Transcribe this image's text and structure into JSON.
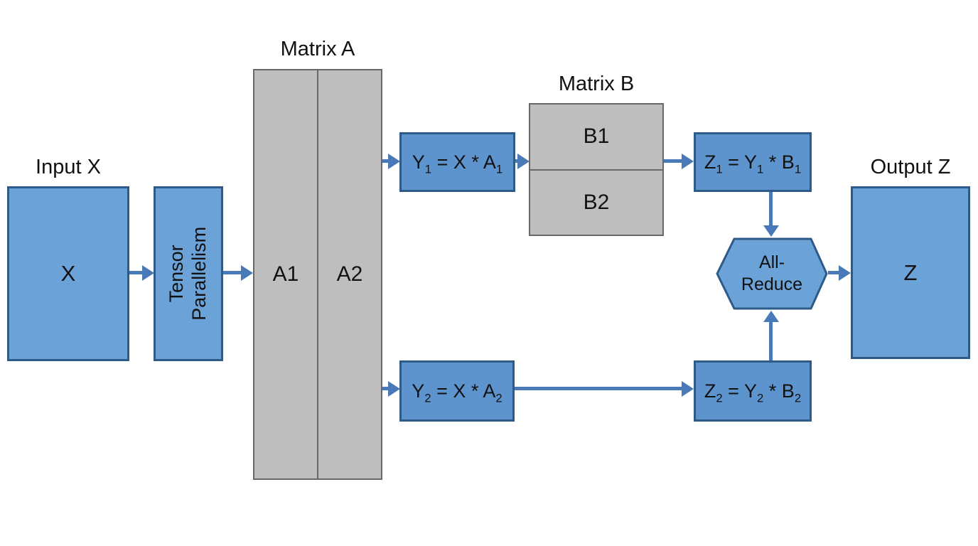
{
  "diagram": {
    "type": "tensor-parallelism-flow",
    "colors": {
      "background": "#ffffff",
      "node_blue": "#6ba3d9",
      "formula_blue": "#5d94cd",
      "node_border_blue": "#2e5a88",
      "matrix_gray": "#bebebe",
      "matrix_border_gray": "#686868",
      "arrow_blue": "#4a79b7",
      "text": "#111111"
    },
    "nodes": {
      "input": {
        "label": "Input X",
        "content": "X"
      },
      "tensor_parallelism": {
        "line1": "Tensor",
        "line2": "Parallelism"
      },
      "matrix_a": {
        "title": "Matrix A",
        "part1": "A1",
        "part2": "A2"
      },
      "matrix_b": {
        "title": "Matrix B",
        "part1": "B1",
        "part2": "B2"
      },
      "formula_y1": {
        "p1": "Y",
        "s1": "1",
        "p2": " = X * A",
        "s2": "1"
      },
      "formula_y2": {
        "p1": "Y",
        "s1": "2",
        "p2": " = X * A",
        "s2": "2"
      },
      "formula_z1": {
        "p1": "Z",
        "s1": "1",
        "p2": " = Y",
        "s2": "1",
        "p3": " * B",
        "s3": "1"
      },
      "formula_z2": {
        "p1": "Z",
        "s1": "2",
        "p2": " = Y",
        "s2": "2",
        "p3": " * B",
        "s3": "2"
      },
      "all_reduce": {
        "line1": "All-",
        "line2": "Reduce"
      },
      "output": {
        "label": "Output Z",
        "content": "Z"
      }
    },
    "edges": [
      "input -> tensor_parallelism",
      "tensor_parallelism -> matrix_a",
      "matrix_a -> formula_y1",
      "formula_y1 -> matrix_b",
      "matrix_b -> formula_z1",
      "formula_z1 -> all_reduce",
      "matrix_a -> formula_y2",
      "formula_y2 -> formula_z2",
      "formula_z2 -> all_reduce",
      "all_reduce -> output"
    ]
  }
}
